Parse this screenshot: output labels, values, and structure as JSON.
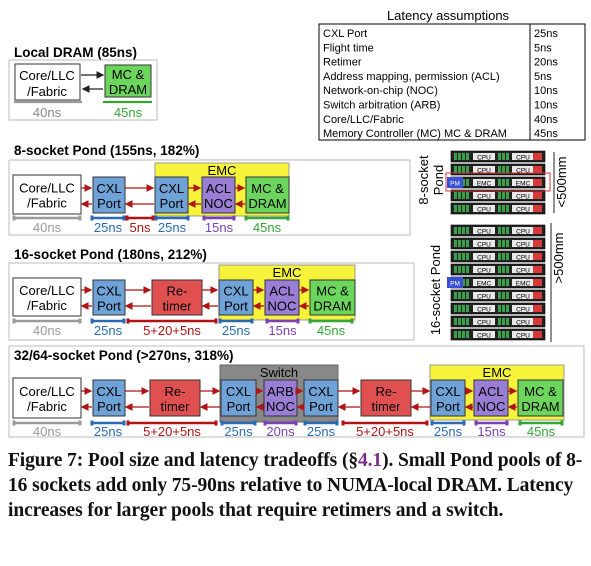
{
  "colors": {
    "cxl_port": "#6fa3d8",
    "retimer": "#e05050",
    "acl_noc": "#9a7ed6",
    "mc_dram": "#6cd65c",
    "emc": "#f7f33b",
    "switch": "#888888",
    "latency_blue": "#2a6ab5",
    "latency_red": "#b01414",
    "latency_purple": "#7c3fb5",
    "latency_green": "#35a535",
    "latency_grey": "#9a9a9a"
  },
  "latency_table": {
    "title": "Latency assumptions",
    "rows": [
      {
        "name": "CXL Port",
        "value": "25ns"
      },
      {
        "name": "Flight time",
        "value": "5ns"
      },
      {
        "name": "Retimer",
        "value": "20ns"
      },
      {
        "name": "Address mapping, permission (ACL)",
        "value": "5ns"
      },
      {
        "name": "Network-on-chip (NOC)",
        "value": "10ns"
      },
      {
        "name": "Switch arbitration (ARB)",
        "value": "10ns"
      },
      {
        "name": "Core/LLC/Fabric",
        "value": "40ns"
      },
      {
        "name": "Memory Controller (MC) MC & DRAM",
        "value": "45ns"
      }
    ]
  },
  "local": {
    "title": "Local DRAM (85ns)",
    "core": [
      "Core/LLC",
      "/Fabric"
    ],
    "mc": [
      "MC &",
      "DRAM"
    ],
    "lat_core": "40ns",
    "lat_mc": "45ns"
  },
  "s8": {
    "title": "8-socket Pond (155ns, 182%)",
    "core": [
      "Core/LLC",
      "/Fabric"
    ],
    "cxl": [
      "CXL",
      "Port"
    ],
    "emc_label": "EMC",
    "emc_cxl": [
      "CXL",
      "Port"
    ],
    "acl": [
      "ACL",
      "NOC"
    ],
    "mc": [
      "MC &",
      "DRAM"
    ],
    "lat": [
      "40ns",
      "25ns",
      "5ns",
      "25ns",
      "15ns",
      "45ns"
    ],
    "side_label": [
      "8-socket",
      "Pond"
    ],
    "dim": "<500mm"
  },
  "s16": {
    "title": "16-socket Pond (180ns, 212%)",
    "core": [
      "Core/LLC",
      "/Fabric"
    ],
    "cxl": [
      "CXL",
      "Port"
    ],
    "retimer": [
      "Re-",
      "timer"
    ],
    "emc_label": "EMC",
    "emc_cxl": [
      "CXL",
      "Port"
    ],
    "acl": [
      "ACL",
      "NOC"
    ],
    "mc": [
      "MC &",
      "DRAM"
    ],
    "lat": [
      "40ns",
      "25ns",
      "5+20+5ns",
      "25ns",
      "15ns",
      "45ns"
    ],
    "side_label": "16-socket Pond",
    "dim": ">500mm"
  },
  "s32": {
    "title": "32/64-socket Pond (>270ns, 318%)",
    "core": [
      "Core/LLC",
      "/Fabric"
    ],
    "cxl": [
      "CXL",
      "Port"
    ],
    "retimer": [
      "Re-",
      "timer"
    ],
    "switch_label": "Switch",
    "sw_cxl_in": [
      "CXL",
      "Port"
    ],
    "arb": [
      "ARB",
      "NOC"
    ],
    "sw_cxl_out": [
      "CXL",
      "Port"
    ],
    "retimer2": [
      "Re-",
      "timer"
    ],
    "emc_label": "EMC",
    "emc_cxl": [
      "CXL",
      "Port"
    ],
    "acl": [
      "ACL",
      "NOC"
    ],
    "mc": [
      "MC &",
      "DRAM"
    ],
    "lat": [
      "40ns",
      "25ns",
      "5+20+5ns",
      "25ns",
      "20ns",
      "25ns",
      "5+20+5ns",
      "25ns",
      "15ns",
      "45ns"
    ]
  },
  "board": {
    "cpu": "CPU",
    "emc": "EMC",
    "pm": "PM"
  },
  "caption": {
    "label": "Figure 7:",
    "text_before": "Pool size and latency tradeoffs (§",
    "ref": "4.1",
    "text_after": "). Small Pond pools of 8-16 sockets add only 75-90ns relative to NUMA-local DRAM. Latency increases for larger pools that require retimers and a switch."
  }
}
